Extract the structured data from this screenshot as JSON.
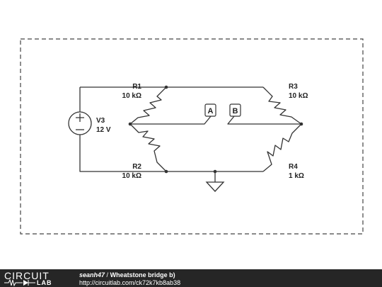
{
  "components": {
    "v3": {
      "name": "V3",
      "value": "12 V"
    },
    "r1": {
      "name": "R1",
      "value": "10 kΩ"
    },
    "r2": {
      "name": "R2",
      "value": "10 kΩ"
    },
    "r3": {
      "name": "R3",
      "value": "10 kΩ"
    },
    "r4": {
      "name": "R4",
      "value": "1 kΩ"
    }
  },
  "probes": {
    "a": "A",
    "b": "B"
  },
  "footer": {
    "logo_top": "CIRCUIT",
    "logo_bottom": "LAB",
    "author": "seanh47",
    "separator": "/",
    "title": "Wheatstone bridge b)",
    "url": "http://circuitlab.com/ck72k7kb8ab38"
  }
}
